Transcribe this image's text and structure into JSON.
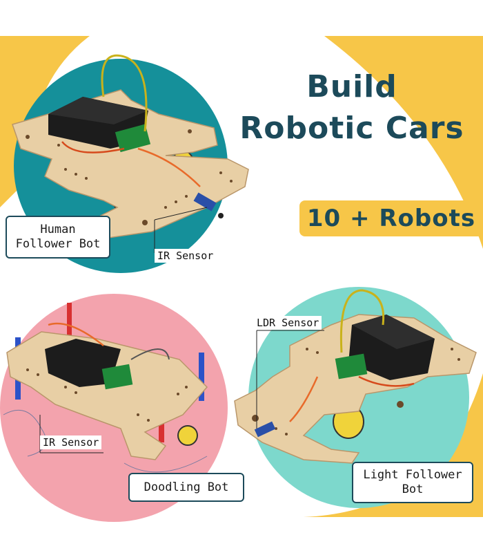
{
  "headline": {
    "line1": "Build",
    "line2": "Robotic Cars"
  },
  "badge": {
    "text": "10 + Robots"
  },
  "labels": {
    "human_follower_line1": "Human",
    "human_follower_line2": "Follower Bot",
    "ir_sensor_top": "IR Sensor",
    "ir_sensor_bottom": "IR Sensor",
    "ldr_sensor": "LDR Sensor",
    "doodling_bot": "Doodling Bot",
    "light_follower_line1": "Light Follower",
    "light_follower_line2": "Bot"
  },
  "colors": {
    "teal_circle": "#15909a",
    "pink_circle": "#f3a3ad",
    "mint_circle": "#7dd8cc",
    "yellow_accent": "#f7c648",
    "heading_text": "#1c4a5a",
    "wood": "#e8cfa5"
  }
}
